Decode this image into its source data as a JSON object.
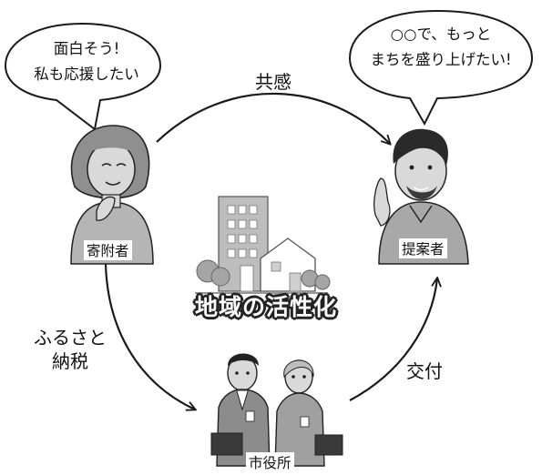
{
  "bubbles": {
    "donor_line1": "面白そう!",
    "donor_line2": "私も応援したい",
    "proposer_line1": "○○で、もっと",
    "proposer_line2": "まちを盛り上げたい!"
  },
  "edges": {
    "empathy": "共感",
    "furusato_line1": "ふるさと",
    "furusato_line2": "納税",
    "grant": "交付"
  },
  "nodes": {
    "donor": "寄附者",
    "proposer": "提案者",
    "city_hall": "市役所"
  },
  "center_banner": "地域の活性化",
  "colors": {
    "illustration_gray": "#9a9a9a",
    "line": "#1a1a1a"
  }
}
